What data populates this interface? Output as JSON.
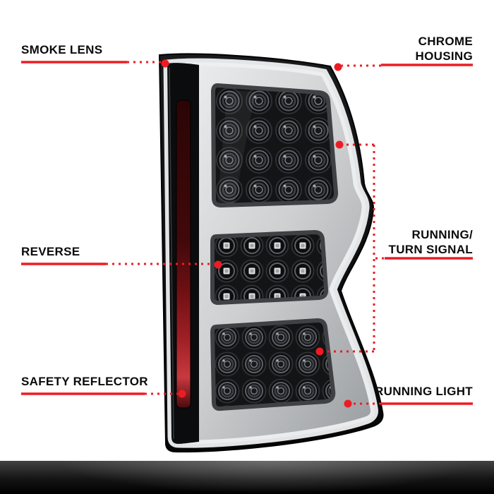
{
  "colors": {
    "accent_red": "#ed1c24",
    "background": "#ffffff",
    "housing_black": "#111214",
    "lens_gray": "#c9cbcd",
    "reflector_red": "#8f1a1f",
    "floor_black": "#000000"
  },
  "labels": {
    "smoke_lens": "SMOKE LENS",
    "chrome_housing": [
      "CHROME",
      "HOUSING"
    ],
    "reverse": "REVERSE",
    "running_turn_signal": [
      "RUNNING/",
      "TURN SIGNAL"
    ],
    "safety_reflector": "SAFETY REFLECTOR",
    "running_light": "RUNNING LIGHT"
  }
}
